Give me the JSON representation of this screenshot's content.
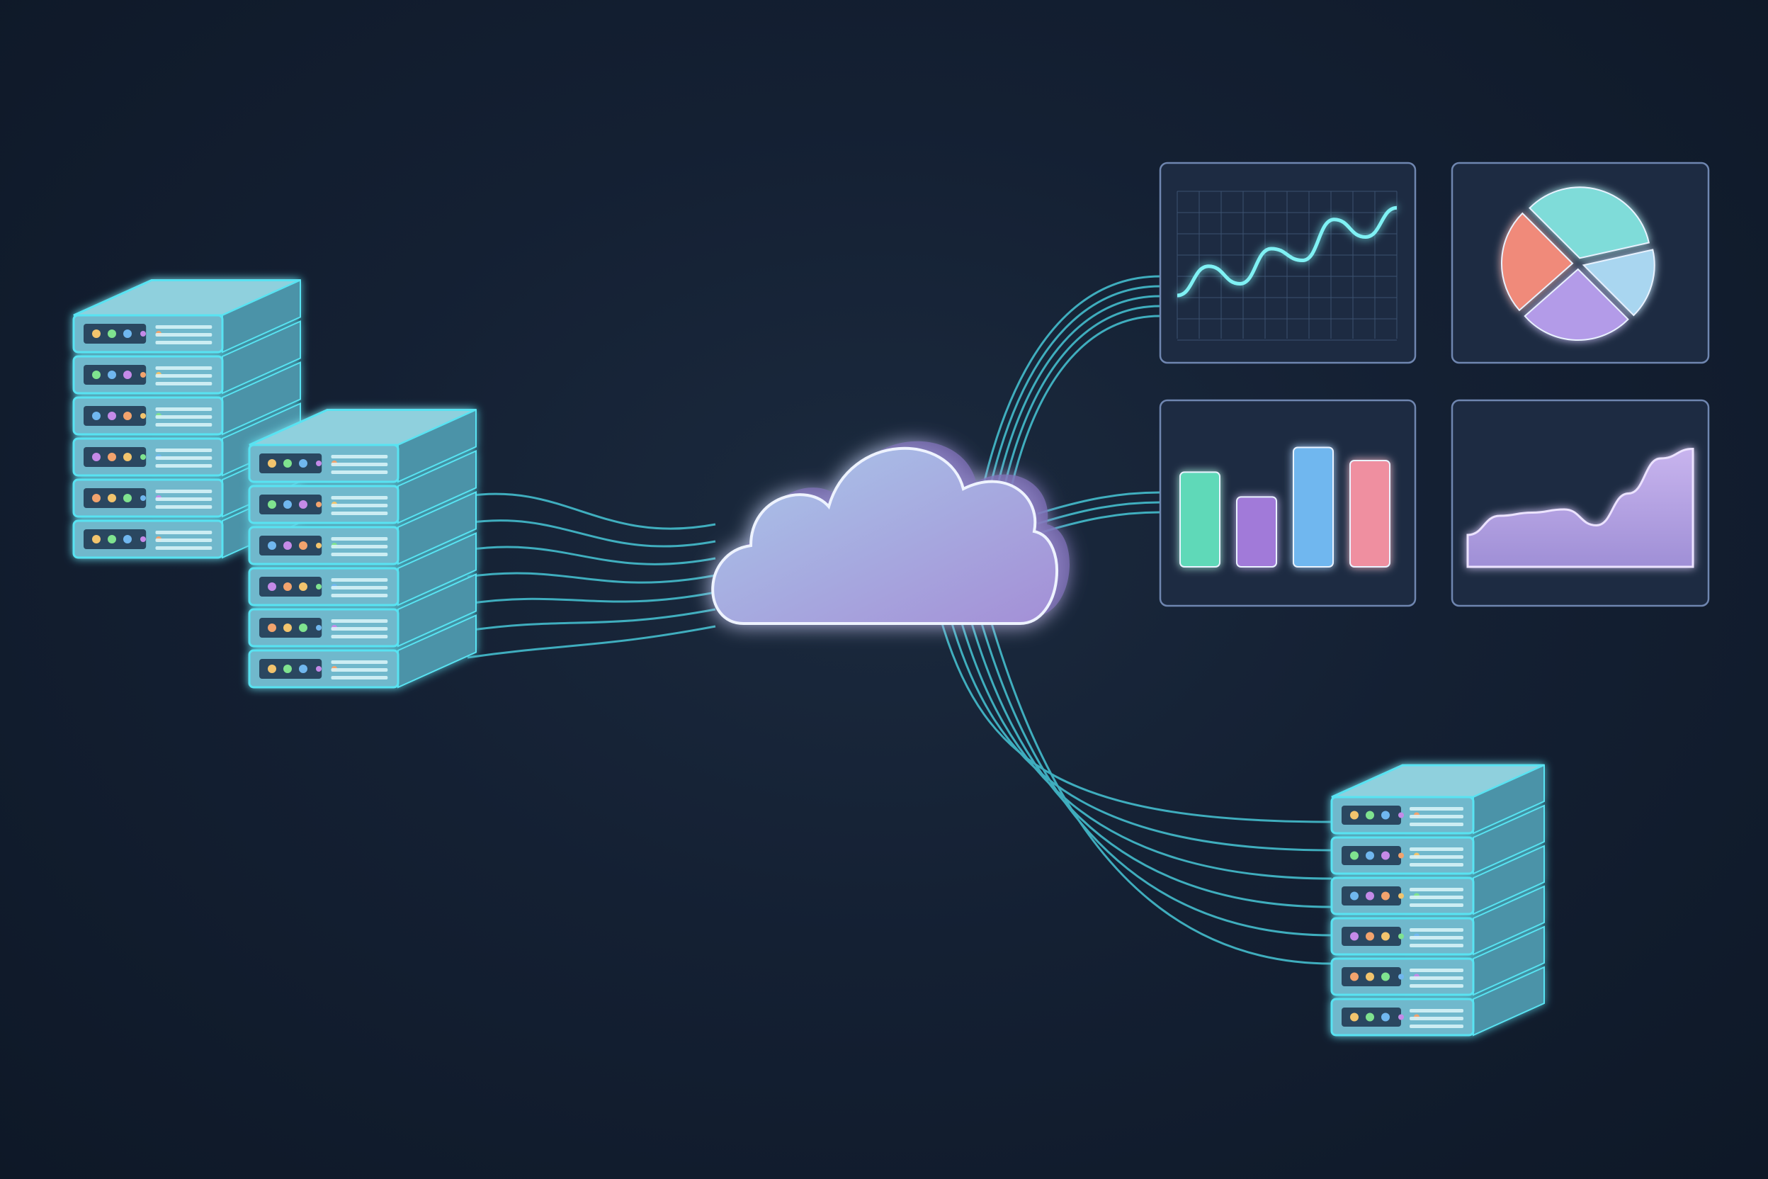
{
  "colors": {
    "background": "#142033",
    "server_face": "#6fb8cc",
    "server_glow": "#59e3f2",
    "connector": "#47c6d6",
    "cloud_light": "#a9c7ea",
    "cloud_dark": "#a48fd6",
    "panel_border": "#6f86b0",
    "line_chart": "#7ff1f4",
    "pie_slices": [
      "#7fdcd9",
      "#a9d6f0",
      "#b39be8",
      "#f08a7a"
    ],
    "bars": [
      "#5fd9b8",
      "#a17ad9",
      "#6fb7ef",
      "#ef8fa0"
    ],
    "area": "#b9a5e6",
    "led_colors": [
      "#f2c46d",
      "#7fe38f",
      "#6fb7ef",
      "#c48ae8",
      "#f2a36d"
    ]
  },
  "icons": [
    "server-rack-icon",
    "cloud-icon",
    "line-chart-icon",
    "pie-chart-icon",
    "bar-chart-icon",
    "area-chart-icon"
  ],
  "panels": {
    "line": {
      "values": [
        2,
        4.5,
        3,
        6,
        5,
        8.5,
        7,
        9.5
      ]
    },
    "pie": {
      "slices": [
        34,
        16,
        26,
        24
      ]
    },
    "bars": {
      "values": [
        6.5,
        4.8,
        8.2,
        7.3
      ]
    },
    "area": {
      "values": [
        2,
        3.2,
        3.4,
        3.6,
        2.6,
        4.6,
        6.8,
        7.4
      ]
    }
  }
}
